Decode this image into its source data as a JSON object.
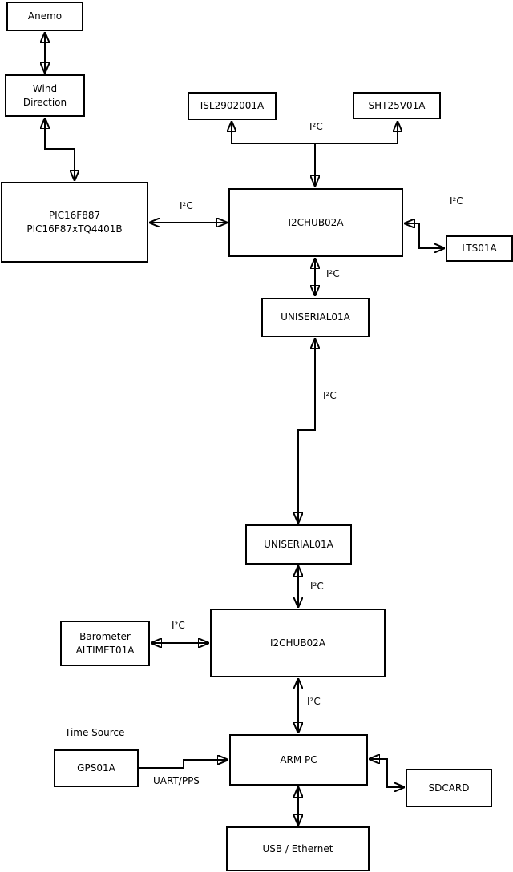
{
  "diagram": {
    "type": "block-diagram",
    "colors": {
      "line": "#000000",
      "box_border": "#000000",
      "box_fill": "#ffffff",
      "background": "#ffffff",
      "text": "#000000"
    },
    "nodes": {
      "anemo": {
        "label": "Anemo"
      },
      "wind_direction": {
        "label": "Wind\nDirection"
      },
      "pic": {
        "label": "PIC16F887\nPIC16F87xTQ4401B"
      },
      "isl": {
        "label": "ISL2902001A"
      },
      "sht": {
        "label": "SHT25V01A"
      },
      "i2chub_top": {
        "label": "I2CHUB02A"
      },
      "lts": {
        "label": "LTS01A"
      },
      "uniserial_top": {
        "label": "UNISERIAL01A"
      },
      "uniserial_bottom": {
        "label": "UNISERIAL01A"
      },
      "i2chub_bottom": {
        "label": "I2CHUB02A"
      },
      "barometer": {
        "label": "Barometer\nALTIMET01A"
      },
      "gps": {
        "label": "GPS01A"
      },
      "arm_pc": {
        "label": "ARM PC"
      },
      "sdcard": {
        "label": "SDCARD"
      },
      "usb_ethernet": {
        "label": "USB / Ethernet"
      }
    },
    "edge_labels": {
      "i2c_sensor_branch": "I²C",
      "i2c_pic_hub": "I²C",
      "i2c_hub_lts": "I²C",
      "i2c_hub_uniserial": "I²C",
      "i2c_uniserial_link": "I²C",
      "i2c_uniserial_hub2": "I²C",
      "i2c_barometer_hub2": "I²C",
      "i2c_hub2_armpc": "I²C",
      "time_source": "Time Source",
      "uart_pps": "UART/PPS"
    }
  }
}
